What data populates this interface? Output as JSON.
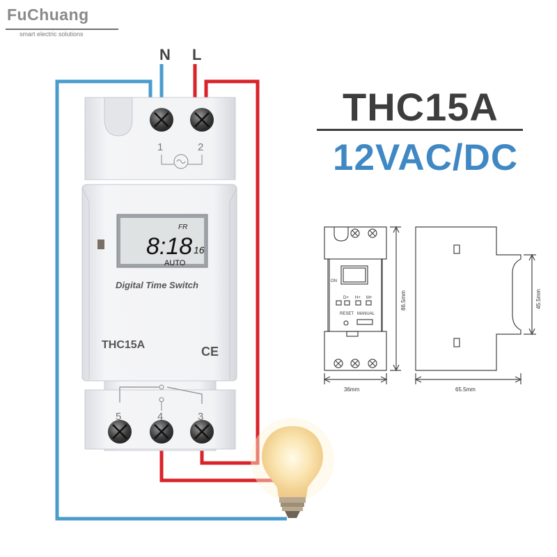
{
  "brand": {
    "name": "FuChuang",
    "tagline": "smart electric solutions"
  },
  "terminals": {
    "neutral": "N",
    "live": "L",
    "top_1": "1",
    "top_2": "2",
    "bottom_5": "5",
    "bottom_4": "4",
    "bottom_3": "3"
  },
  "product": {
    "model": "THC15A",
    "voltage": "12VAC/DC",
    "label": "Digital Time Switch",
    "ce_mark": "CE",
    "display_day": "FR",
    "display_time": "8:18",
    "display_seconds": "16",
    "display_mode": "AUTO"
  },
  "drawing": {
    "on_label": "ON",
    "btn_d": "D+",
    "btn_h": "H+",
    "btn_m": "M+",
    "reset": "RESET",
    "manual": "MANUAL",
    "height": "86.5mm",
    "width": "36mm",
    "depth": "65.5mm",
    "module_height": "45.5mm"
  },
  "colors": {
    "wire_neutral": "#4a9ccc",
    "wire_live": "#d8232a",
    "voltage_text": "#3f88c4"
  }
}
